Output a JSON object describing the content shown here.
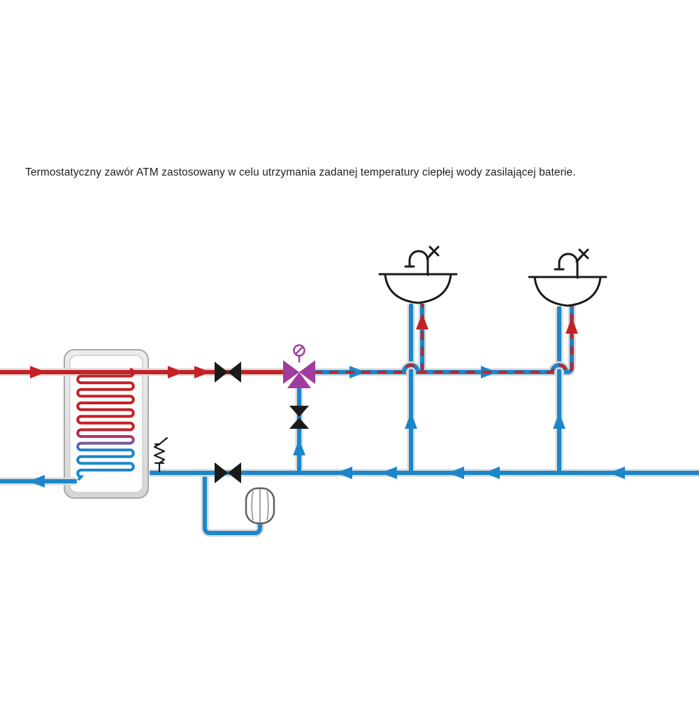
{
  "caption": "Termostatyczny zawór ATM zastosowany w celu utrzymania zadanej temperatury ciepłej wody zasilającej baterie.",
  "colors": {
    "hot": "#c42127",
    "cold": "#1b87ca",
    "purple": "#a03c9e",
    "black": "#1a1a1a",
    "casing": "#d9d9d9",
    "tank_fill": "#e7e7e7",
    "tank_stroke": "#a8a8a8",
    "tank_inner": "#fdfdfd",
    "vessel_stroke": "#5f5f5f",
    "seam": "#9a9a9a",
    "text": "#1f1f1f"
  },
  "components": [
    {
      "name": "storage-tank-with-coil",
      "icon": "tank-coil-icon"
    },
    {
      "name": "shutoff-valve-hot-line",
      "icon": "gate-valve-icon"
    },
    {
      "name": "atm-thermostatic-mixing-valve",
      "icon": "three-way-valve-icon"
    },
    {
      "name": "check-valve",
      "icon": "check-valve-icon"
    },
    {
      "name": "shutoff-valve-cold-line",
      "icon": "gate-valve-icon"
    },
    {
      "name": "safety-relief-valve",
      "icon": "safety-valve-icon"
    },
    {
      "name": "expansion-vessel",
      "icon": "expansion-tank-icon"
    },
    {
      "name": "washbasin-left",
      "icon": "washbasin-icon"
    },
    {
      "name": "washbasin-right",
      "icon": "washbasin-icon"
    }
  ],
  "lines": [
    {
      "name": "hot-water-supply",
      "style": "solid-red"
    },
    {
      "name": "mixed-water",
      "style": "blue-with-red-dashes"
    },
    {
      "name": "cold-water-supply",
      "style": "solid-blue"
    },
    {
      "name": "boiler-return",
      "style": "solid-blue"
    }
  ]
}
